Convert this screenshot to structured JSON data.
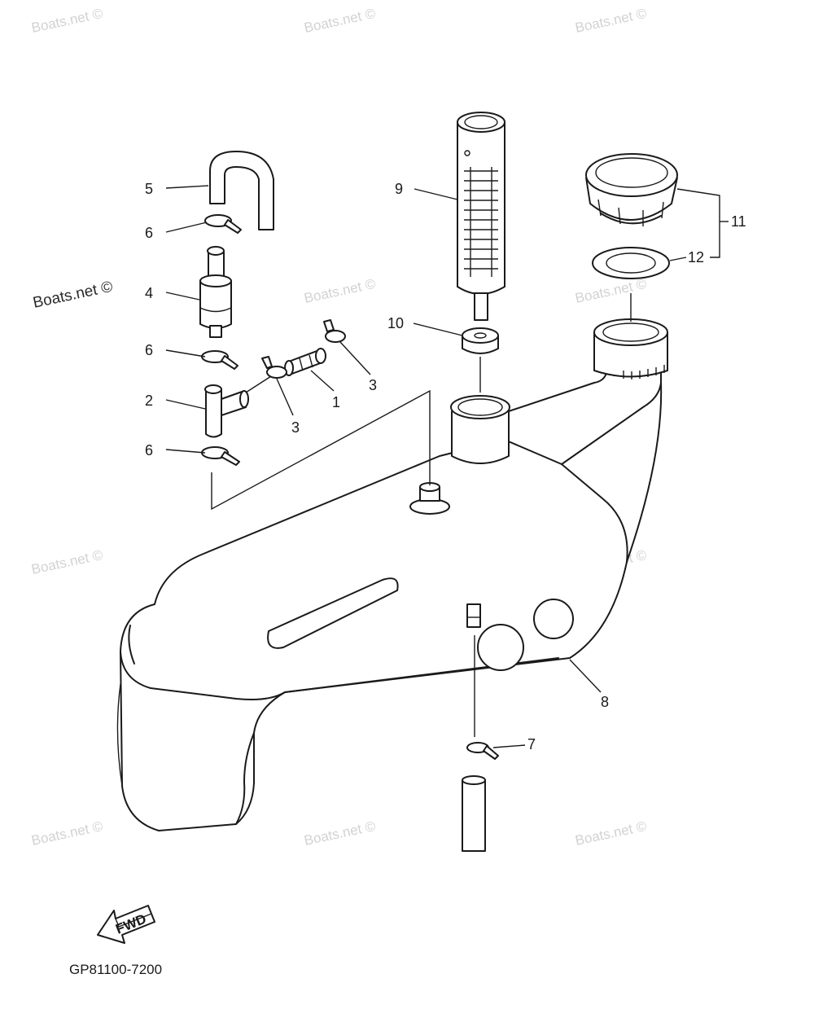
{
  "diagram": {
    "part_code": "GP81100-7200",
    "fwd_label": "FWD",
    "callouts": [
      {
        "id": "c5",
        "label": "5"
      },
      {
        "id": "c6a",
        "label": "6"
      },
      {
        "id": "c4",
        "label": "4"
      },
      {
        "id": "c6b",
        "label": "6"
      },
      {
        "id": "c2",
        "label": "2"
      },
      {
        "id": "c6c",
        "label": "6"
      },
      {
        "id": "c3a",
        "label": "3"
      },
      {
        "id": "c1",
        "label": "1"
      },
      {
        "id": "c3b",
        "label": "3"
      },
      {
        "id": "c9",
        "label": "9"
      },
      {
        "id": "c10",
        "label": "10"
      },
      {
        "id": "c11",
        "label": "11"
      },
      {
        "id": "c12",
        "label": "12"
      },
      {
        "id": "c8",
        "label": "8"
      },
      {
        "id": "c7",
        "label": "7"
      }
    ],
    "watermark": "Boats.net ©",
    "watermark_prominent": "Boats.net ©"
  }
}
